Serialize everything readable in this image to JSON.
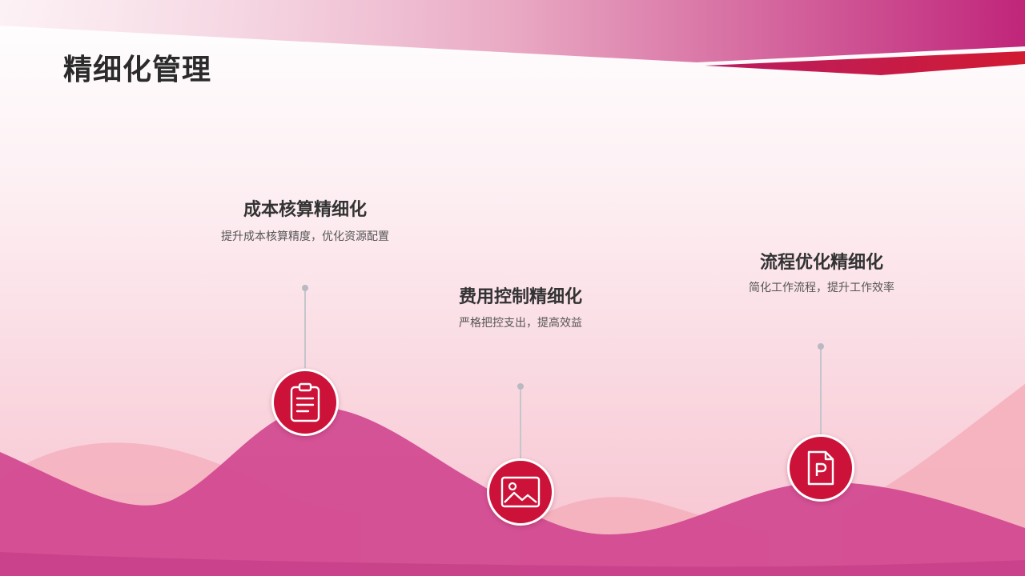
{
  "page": {
    "title": "精细化管理"
  },
  "colors": {
    "accent_red": "#cc1238",
    "wave_magenta": "#d0468f",
    "wave_pink": "#f4b0bd",
    "banner_magenta": "#c0257a"
  },
  "items": [
    {
      "title": "成本核算精细化",
      "description": "提升成本核算精度，优化资源配置",
      "icon": "clipboard-icon"
    },
    {
      "title": "费用控制精细化",
      "description": "严格把控支出，提高效益",
      "icon": "image-icon"
    },
    {
      "title": "流程优化精细化",
      "description": "简化工作流程，提升工作效率",
      "icon": "ppt-file-icon"
    }
  ]
}
